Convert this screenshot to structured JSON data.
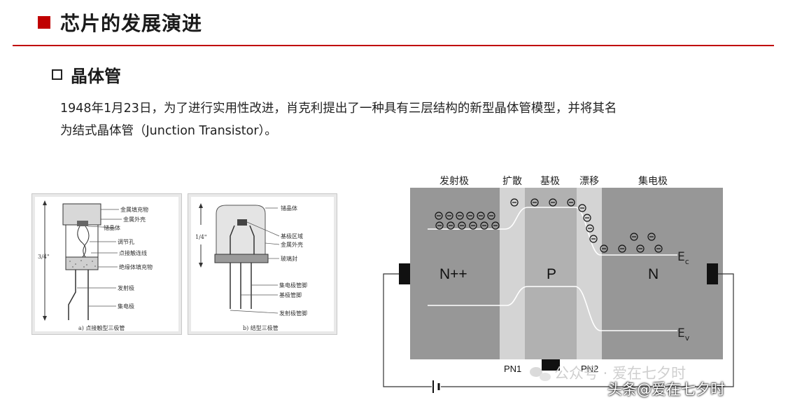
{
  "header": {
    "title": "芯片的发展演进"
  },
  "section": {
    "title": "晶体管"
  },
  "paragraph": {
    "line1": "1948年1月23日，为了进行实用性改进，肖克利提出了一种具有三层结构的新型晶体管模型，并将其名",
    "line2": "为结式晶体管（Junction Transistor）。"
  },
  "figure_a": {
    "labels": [
      "金属填充物",
      "金属外壳",
      "锗晶体",
      "调节孔",
      "点接触连线",
      "绝缘体填充物",
      "发射极",
      "集电极"
    ],
    "dimension": "3/4\"",
    "caption": "a) 点接触型三极管"
  },
  "figure_b": {
    "labels": [
      "锗晶体",
      "基极区域",
      "金属外壳",
      "玻璃封",
      "集电极管脚",
      "基极管脚",
      "发射极管脚"
    ],
    "dimension": "1/4\"",
    "caption": "b) 结型三极管"
  },
  "band_diagram": {
    "top_labels": [
      "发射极",
      "扩散",
      "基极",
      "漂移",
      "集电极"
    ],
    "regions": [
      "N++",
      "P",
      "N"
    ],
    "ec": "E",
    "ec_sub": "c",
    "ev": "E",
    "ev_sub": "v",
    "junctions": [
      "PN1",
      "PN2"
    ]
  },
  "watermark": {
    "wechat": "公众号 · 爱在七夕时",
    "handle": "头条@爱在七夕时"
  },
  "colors": {
    "accent": "#c00000"
  }
}
